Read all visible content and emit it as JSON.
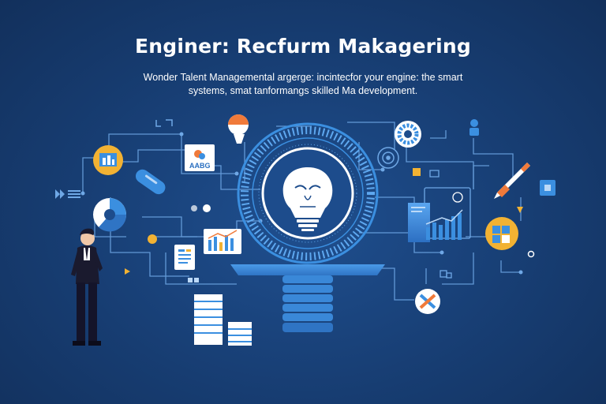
{
  "header": {
    "title": "Enginer: Recfurm Makagering",
    "subtitle": "Wonder Talent Managemental argerge: incintecfor your engine: the smart systems, smat tanformangs skilled Ma development."
  },
  "card": {
    "label": "AABG"
  },
  "colors": {
    "background": "#173d72",
    "accent_blue": "#3b8fe0",
    "accent_yellow": "#f2b233",
    "accent_orange": "#f07a3a",
    "line": "#6fa8e6"
  },
  "icons": [
    "lightbulb-head-icon",
    "gear-ring-icon",
    "pen-icon",
    "bar-chart-icon",
    "flag-icon",
    "pie-chart-icon",
    "document-icon",
    "shield-icon"
  ]
}
